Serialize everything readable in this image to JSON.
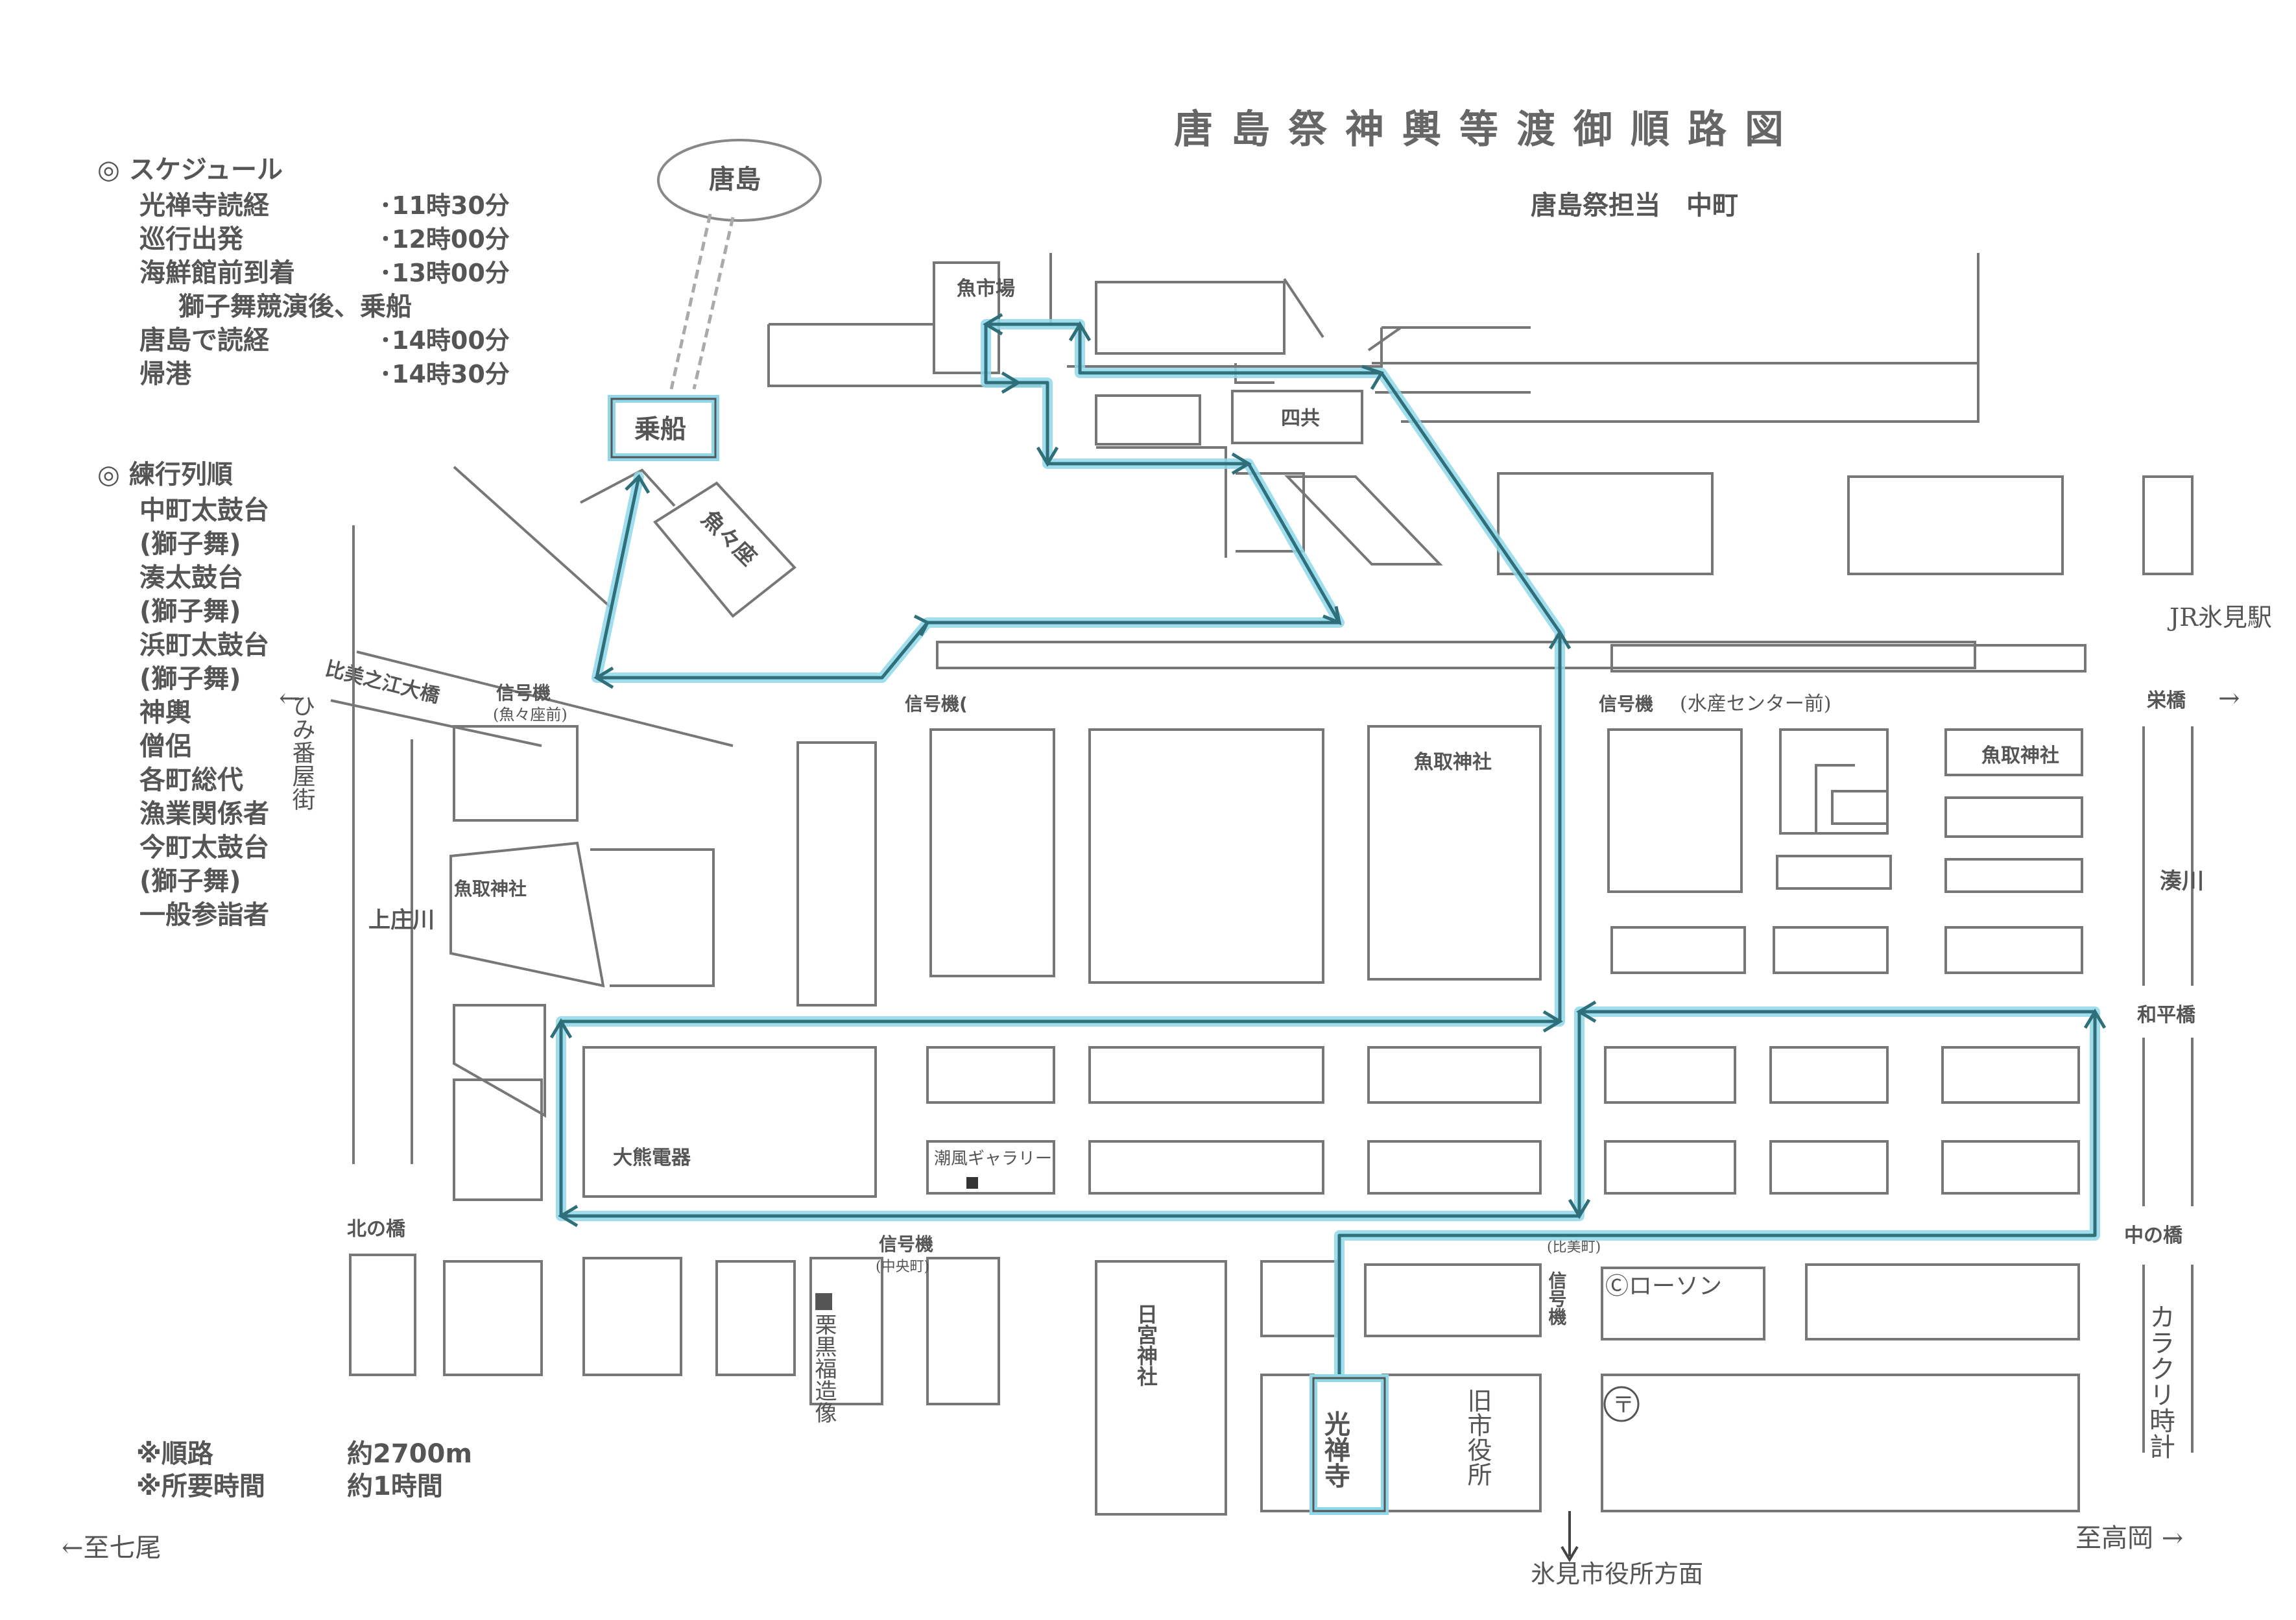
{
  "title": "唐島祭神輿等渡御順路図",
  "subtitle": "唐島祭担当　中町",
  "schedule": {
    "heading": "◎ スケジュール",
    "rows": [
      {
        "label": "光禅寺読経",
        "time": "･11時30分"
      },
      {
        "label": "巡行出発",
        "time": "･12時00分"
      },
      {
        "label": "海鮮館前到着",
        "time": "･13時00分"
      },
      {
        "label": "獅子舞競演後、乗船",
        "time": ""
      },
      {
        "label": "唐島で読経",
        "time": "･14時00分"
      },
      {
        "label": "帰港",
        "time": "･14時30分"
      }
    ]
  },
  "procession": {
    "heading": "◎ 練行列順",
    "items": [
      "中町太鼓台",
      "(獅子舞)",
      "湊太鼓台",
      "(獅子舞)",
      "浜町太鼓台",
      "(獅子舞)",
      "神輿",
      "僧侶",
      "各町総代",
      "漁業関係者",
      "今町太鼓台",
      "(獅子舞)",
      "一般参詣者"
    ]
  },
  "notes": {
    "route_label": "※順路",
    "route_value": "約2700m",
    "time_label": "※所要時間",
    "time_value": "約1時間"
  },
  "places": {
    "karashima": "唐島",
    "jousen": "乗船",
    "uoichiba": "魚市場",
    "shikyo": "四共",
    "totoza": "魚々座",
    "kosenji": "光禅寺",
    "uotori1": "魚取神社",
    "uotori2": "魚取神社",
    "uotori3": "魚取神社",
    "okuma": "大熊電器",
    "shiokaze": "潮風ギャラリー",
    "himiya": "日宮神社",
    "kyushiyakusho": "旧市役所",
    "lawson": "Ⓒローソン",
    "postoffice": "〒",
    "fukuzo": "■栗黒福造像",
    "karakuri": "カラクリ時計"
  },
  "roads": {
    "bridge_himie": "比美之江大橋",
    "himi_banya": "ひみ番屋街",
    "kamisho": "上庄川",
    "kitanohashi": "北の橋",
    "sakaebashi": "栄橋",
    "minatogawa": "湊川",
    "wahei": "和平橋",
    "nakanohashi": "中の橋",
    "jr": "JR氷見駅",
    "to_nanao": "←至七尾",
    "to_takaoka": "至高岡 →",
    "city_office_dir": "氷見市役所方面"
  },
  "signals": {
    "s1": "信号機",
    "s1_note": "(魚々座前)",
    "s2": "信号機(",
    "s3": "信号機",
    "s3_note": "(水産センター前)",
    "s4": "信号機",
    "s4_note": "(中央町)",
    "s5": "信号機",
    "s5_note": "(比美町)"
  },
  "colors": {
    "route_highlight": "#8fd8ea",
    "route_line": "#2f6f7a",
    "block_stroke": "#777777"
  }
}
